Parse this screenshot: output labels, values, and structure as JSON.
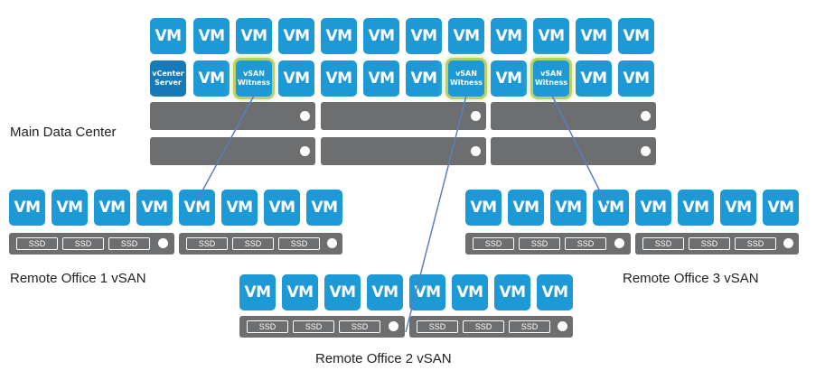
{
  "main": {
    "label": "Main Data Center",
    "vm_label": "VM",
    "vcenter": [
      "vCenter",
      "Server"
    ],
    "witness": [
      "vSAN",
      "Witness"
    ]
  },
  "remote": {
    "vm_label": "VM",
    "ssd_label": "SSD",
    "office1": "Remote Office 1 vSAN",
    "office2": "Remote Office 2 vSAN",
    "office3": "Remote Office 3 vSAN"
  },
  "colors": {
    "vm": "#1d9ad6",
    "vcenter": "#1679b8",
    "host": "#6d6e70",
    "witness_glow": "#b8cf6a",
    "link": "#5a7fc0"
  }
}
